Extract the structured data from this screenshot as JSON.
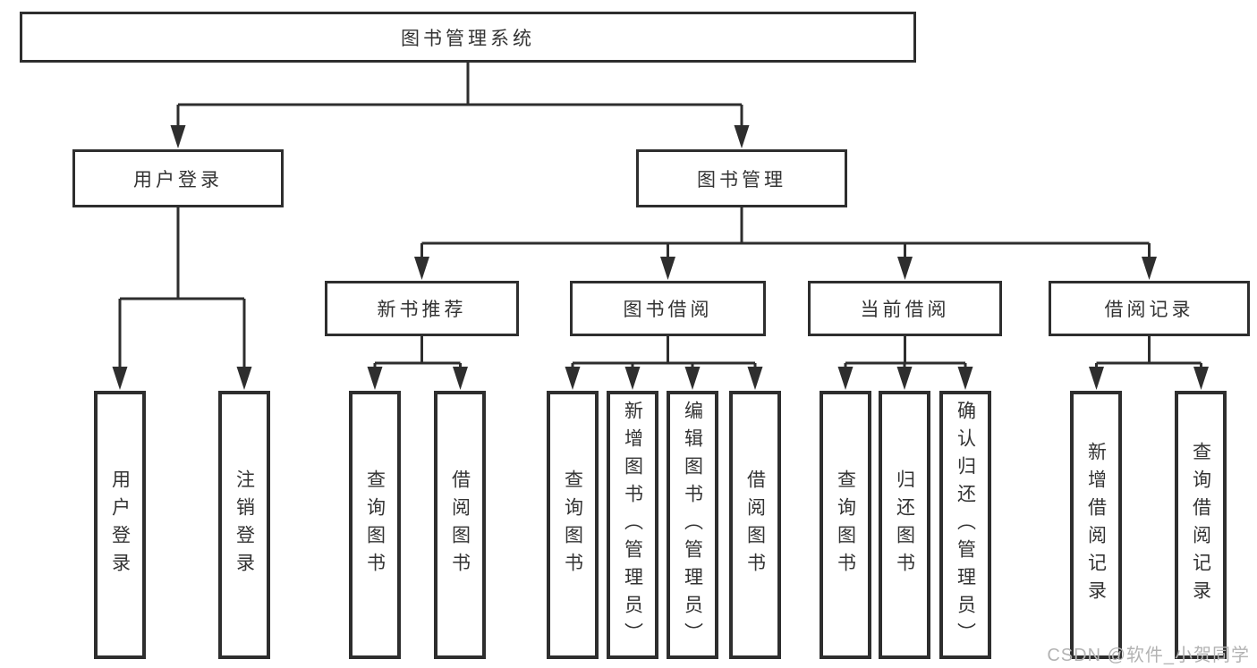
{
  "diagram_title": "图书管理系统",
  "watermark": "CSDN @软件_小贺同学",
  "colors": {
    "line": "#2e2e2e",
    "box_border": "#2e2e2e",
    "text": "#333333",
    "watermark": "#b3b3b3",
    "background": "#ffffff"
  },
  "labels": {
    "root": "图书管理系统",
    "user_login": "用户登录",
    "book_manage": "图书管理",
    "new_book_recommend": "新书推荐",
    "book_borrow": "图书借阅",
    "current_borrow": "当前借阅",
    "borrow_record": "借阅记录",
    "leaf_user_login": "用户登录",
    "leaf_logout_login": "注销登录",
    "leaf_rec_query_book": "查询图书",
    "leaf_rec_borrow_book": "借阅图书",
    "leaf_bb_query_book": "查询图书",
    "leaf_bb_add_book_admin": "新增图书（管理员）",
    "leaf_bb_edit_book_admin": "编辑图书（管理员）",
    "leaf_bb_borrow_book": "借阅图书",
    "leaf_cb_query_book": "查询图书",
    "leaf_cb_return_book": "归还图书",
    "leaf_cb_confirm_return_admin": "确认归还（管理员）",
    "leaf_br_add_record": "新增借阅记录",
    "leaf_br_query_record": "查询借阅记录"
  }
}
